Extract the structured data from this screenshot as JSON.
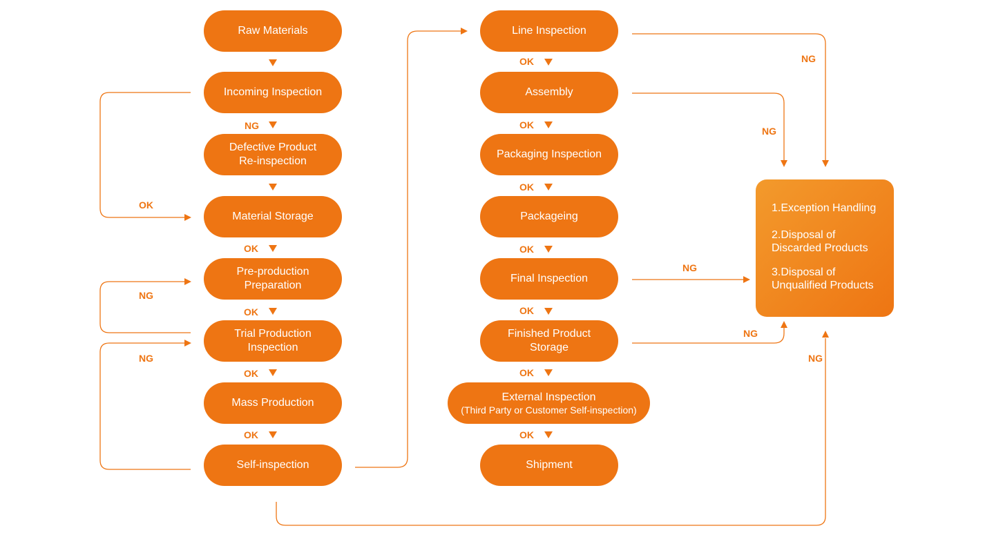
{
  "colors": {
    "accent": "#ee7513",
    "accent_light": "#f39a2c",
    "text_on_accent": "#ffffff"
  },
  "nodes": {
    "raw_materials": [
      "Raw Materials"
    ],
    "incoming_inspection": [
      "Incoming Inspection"
    ],
    "defective_reinspection": [
      "Defective Product",
      "Re-inspection"
    ],
    "material_storage": [
      "Material Storage"
    ],
    "preproduction": [
      "Pre-production",
      "Preparation"
    ],
    "trial_inspection": [
      "Trial Production",
      "Inspection"
    ],
    "mass_production": [
      "Mass Production"
    ],
    "self_inspection": [
      "Self-inspection"
    ],
    "line_inspection": [
      "Line Inspection"
    ],
    "assembly": [
      "Assembly"
    ],
    "packaging_inspection": [
      "Packaging Inspection"
    ],
    "packageing": [
      "Packageing"
    ],
    "final_inspection": [
      "Final Inspection"
    ],
    "finished_storage": [
      "Finished Product",
      "Storage"
    ],
    "external_inspection": [
      "External Inspection",
      "(Third Party or Customer Self-inspection)"
    ],
    "shipment": [
      "Shipment"
    ]
  },
  "exception_box": {
    "item1": "1.Exception Handling",
    "item2": [
      "2.Disposal of",
      "Discarded Products"
    ],
    "item3": [
      "3.Disposal of",
      "Unqualified Products"
    ]
  },
  "labels": {
    "ok": "OK",
    "ng": "NG"
  }
}
